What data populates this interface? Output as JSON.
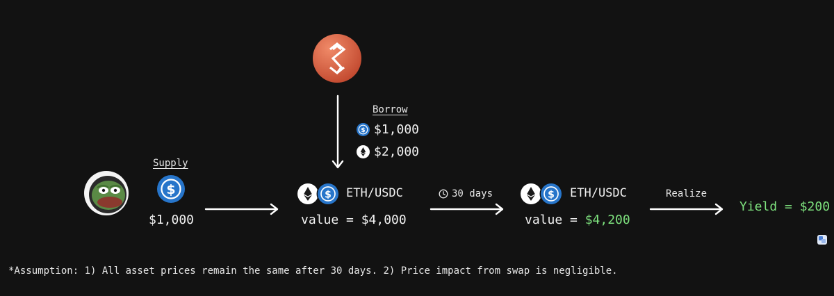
{
  "borrow": {
    "label": "Borrow",
    "usdc_amount": "$1,000",
    "eth_amount": "$2,000"
  },
  "supply": {
    "label": "Supply",
    "amount": "$1,000"
  },
  "pool_start": {
    "pair": "ETH/USDC",
    "value_prefix": "value = ",
    "value": "$4,000"
  },
  "time_step": {
    "label": "30 days"
  },
  "pool_end": {
    "pair": "ETH/USDC",
    "value_prefix": "value = ",
    "value": "$4,200"
  },
  "realize": {
    "label": "Realize"
  },
  "yield": {
    "text": "Yield = $200"
  },
  "footnote": "*Assumption: 1) All asset prices remain the same after 30 days. 2) Price impact from swap is negligible.",
  "colors": {
    "background": "#121212",
    "usdc": "#2775ca",
    "protocol_orange": "#d9664a",
    "yield_green": "#7ee27e",
    "text": "#f2f2f2"
  },
  "icons": {
    "protocol_logo": "protocol-logo-icon",
    "user_avatar": "frog-avatar-icon",
    "usdc": "usdc-icon",
    "eth": "eth-icon",
    "clock": "clock-icon",
    "translate": "translate-icon"
  }
}
